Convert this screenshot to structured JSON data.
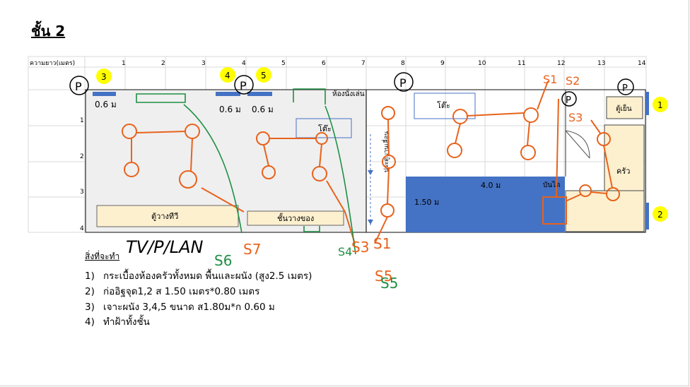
{
  "title": "ชั้น 2",
  "axis": {
    "label": "ความยาว(เมตร)",
    "ticks_x": [
      "1",
      "2",
      "3",
      "4",
      "5",
      "6",
      "7",
      "8",
      "9",
      "10",
      "11",
      "12",
      "13",
      "14"
    ],
    "ticks_y": [
      "1",
      "2",
      "3",
      "4"
    ]
  },
  "markers": [
    "3",
    "4",
    "5",
    "1",
    "2"
  ],
  "p_labels": [
    "P",
    "P",
    "P",
    "P",
    "P"
  ],
  "rooms": {
    "play_room": "ห้องนั่งเล่น",
    "table_left": "โต๊ะ",
    "table_right": "โต๊ะ",
    "tv_cabinet": "ตู้วางทีวี",
    "shelf": "ชั้นวางของ",
    "fridge": "ตู้เย็น",
    "kitchen": "ครัว",
    "door_label": "ประตูบานเลื่อน",
    "stairs": "บันได"
  },
  "dimensions": {
    "w1": "0.6 ม",
    "w2": "0.6 ม",
    "w3": "0.6 ม",
    "len": "4.0 ม",
    "wid": "1.50 ม"
  },
  "handwriting": {
    "tv_note": "TV/P/LAN",
    "s1": "S1",
    "s2": "S2",
    "s3": "S3",
    "s4": "S4",
    "s5": "S5",
    "s6": "S6",
    "s7": "S7",
    "s5b": "S5",
    "s3b": "S3"
  },
  "tasks": {
    "heading": "สิ่งที่จะทำ",
    "items": [
      {
        "num": "1)",
        "text": "กระเบื้องห้องครัวทั้งหมด พื้นและผนัง  (สูง2.5 เมตร)"
      },
      {
        "num": "2)",
        "text": "ก่ออิฐจุด1,2  ส 1.50 เมตร*0.80 เมตร"
      },
      {
        "num": "3)",
        "text": "เจาะผนัง 3,4,5 ขนาด ส1.80ม*ก 0.60 ม"
      },
      {
        "num": "4)",
        "text": "ทำฝ้าทั้งชั้น"
      }
    ]
  },
  "colors": {
    "orange": "#e8621c",
    "green": "#1e8f44",
    "blue_fill": "#4472c4",
    "cream": "#fdf0cf",
    "yellow": "#ffff00"
  }
}
